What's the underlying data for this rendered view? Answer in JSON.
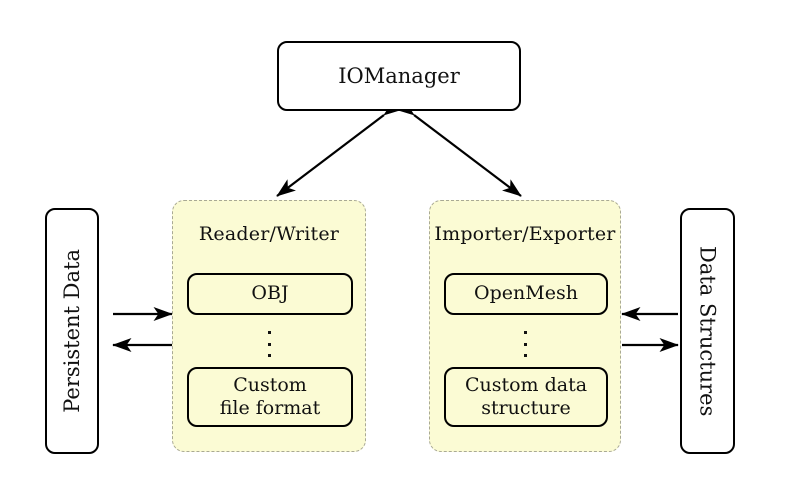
{
  "diagram": {
    "title_node": {
      "label": "IOManager"
    },
    "left_endpoint": {
      "label": "Persistent Data"
    },
    "right_endpoint": {
      "label": "Data Structures"
    },
    "groups": [
      {
        "id": "reader-writer",
        "title": "Reader/Writer",
        "items": [
          {
            "label": "OBJ"
          },
          {
            "label": "⋮"
          },
          {
            "label": "Custom\nfile format",
            "line1": "Custom",
            "line2": "file format"
          }
        ]
      },
      {
        "id": "importer-exporter",
        "title": "Importer/Exporter",
        "items": [
          {
            "label": "OpenMesh"
          },
          {
            "label": "⋮"
          },
          {
            "label": "Custom data\nstructure",
            "line1": "Custom data",
            "line2": "structure"
          }
        ]
      }
    ],
    "connections": [
      {
        "id": "iomanager-reader-writer",
        "kind": "bidirectional"
      },
      {
        "id": "iomanager-importer-exporter",
        "kind": "bidirectional"
      },
      {
        "id": "persistent-data-to-reader-writer",
        "kind": "right"
      },
      {
        "id": "reader-writer-to-persistent-data",
        "kind": "left"
      },
      {
        "id": "importer-exporter-to-data-structures",
        "kind": "left"
      },
      {
        "id": "data-structures-to-importer-exporter",
        "kind": "right"
      }
    ],
    "colors": {
      "group_fill": "#fbfbd4",
      "group_border": "#a9a994",
      "node_border": "#000000",
      "node_fill_white": "#ffffff",
      "text": "#111111"
    }
  }
}
